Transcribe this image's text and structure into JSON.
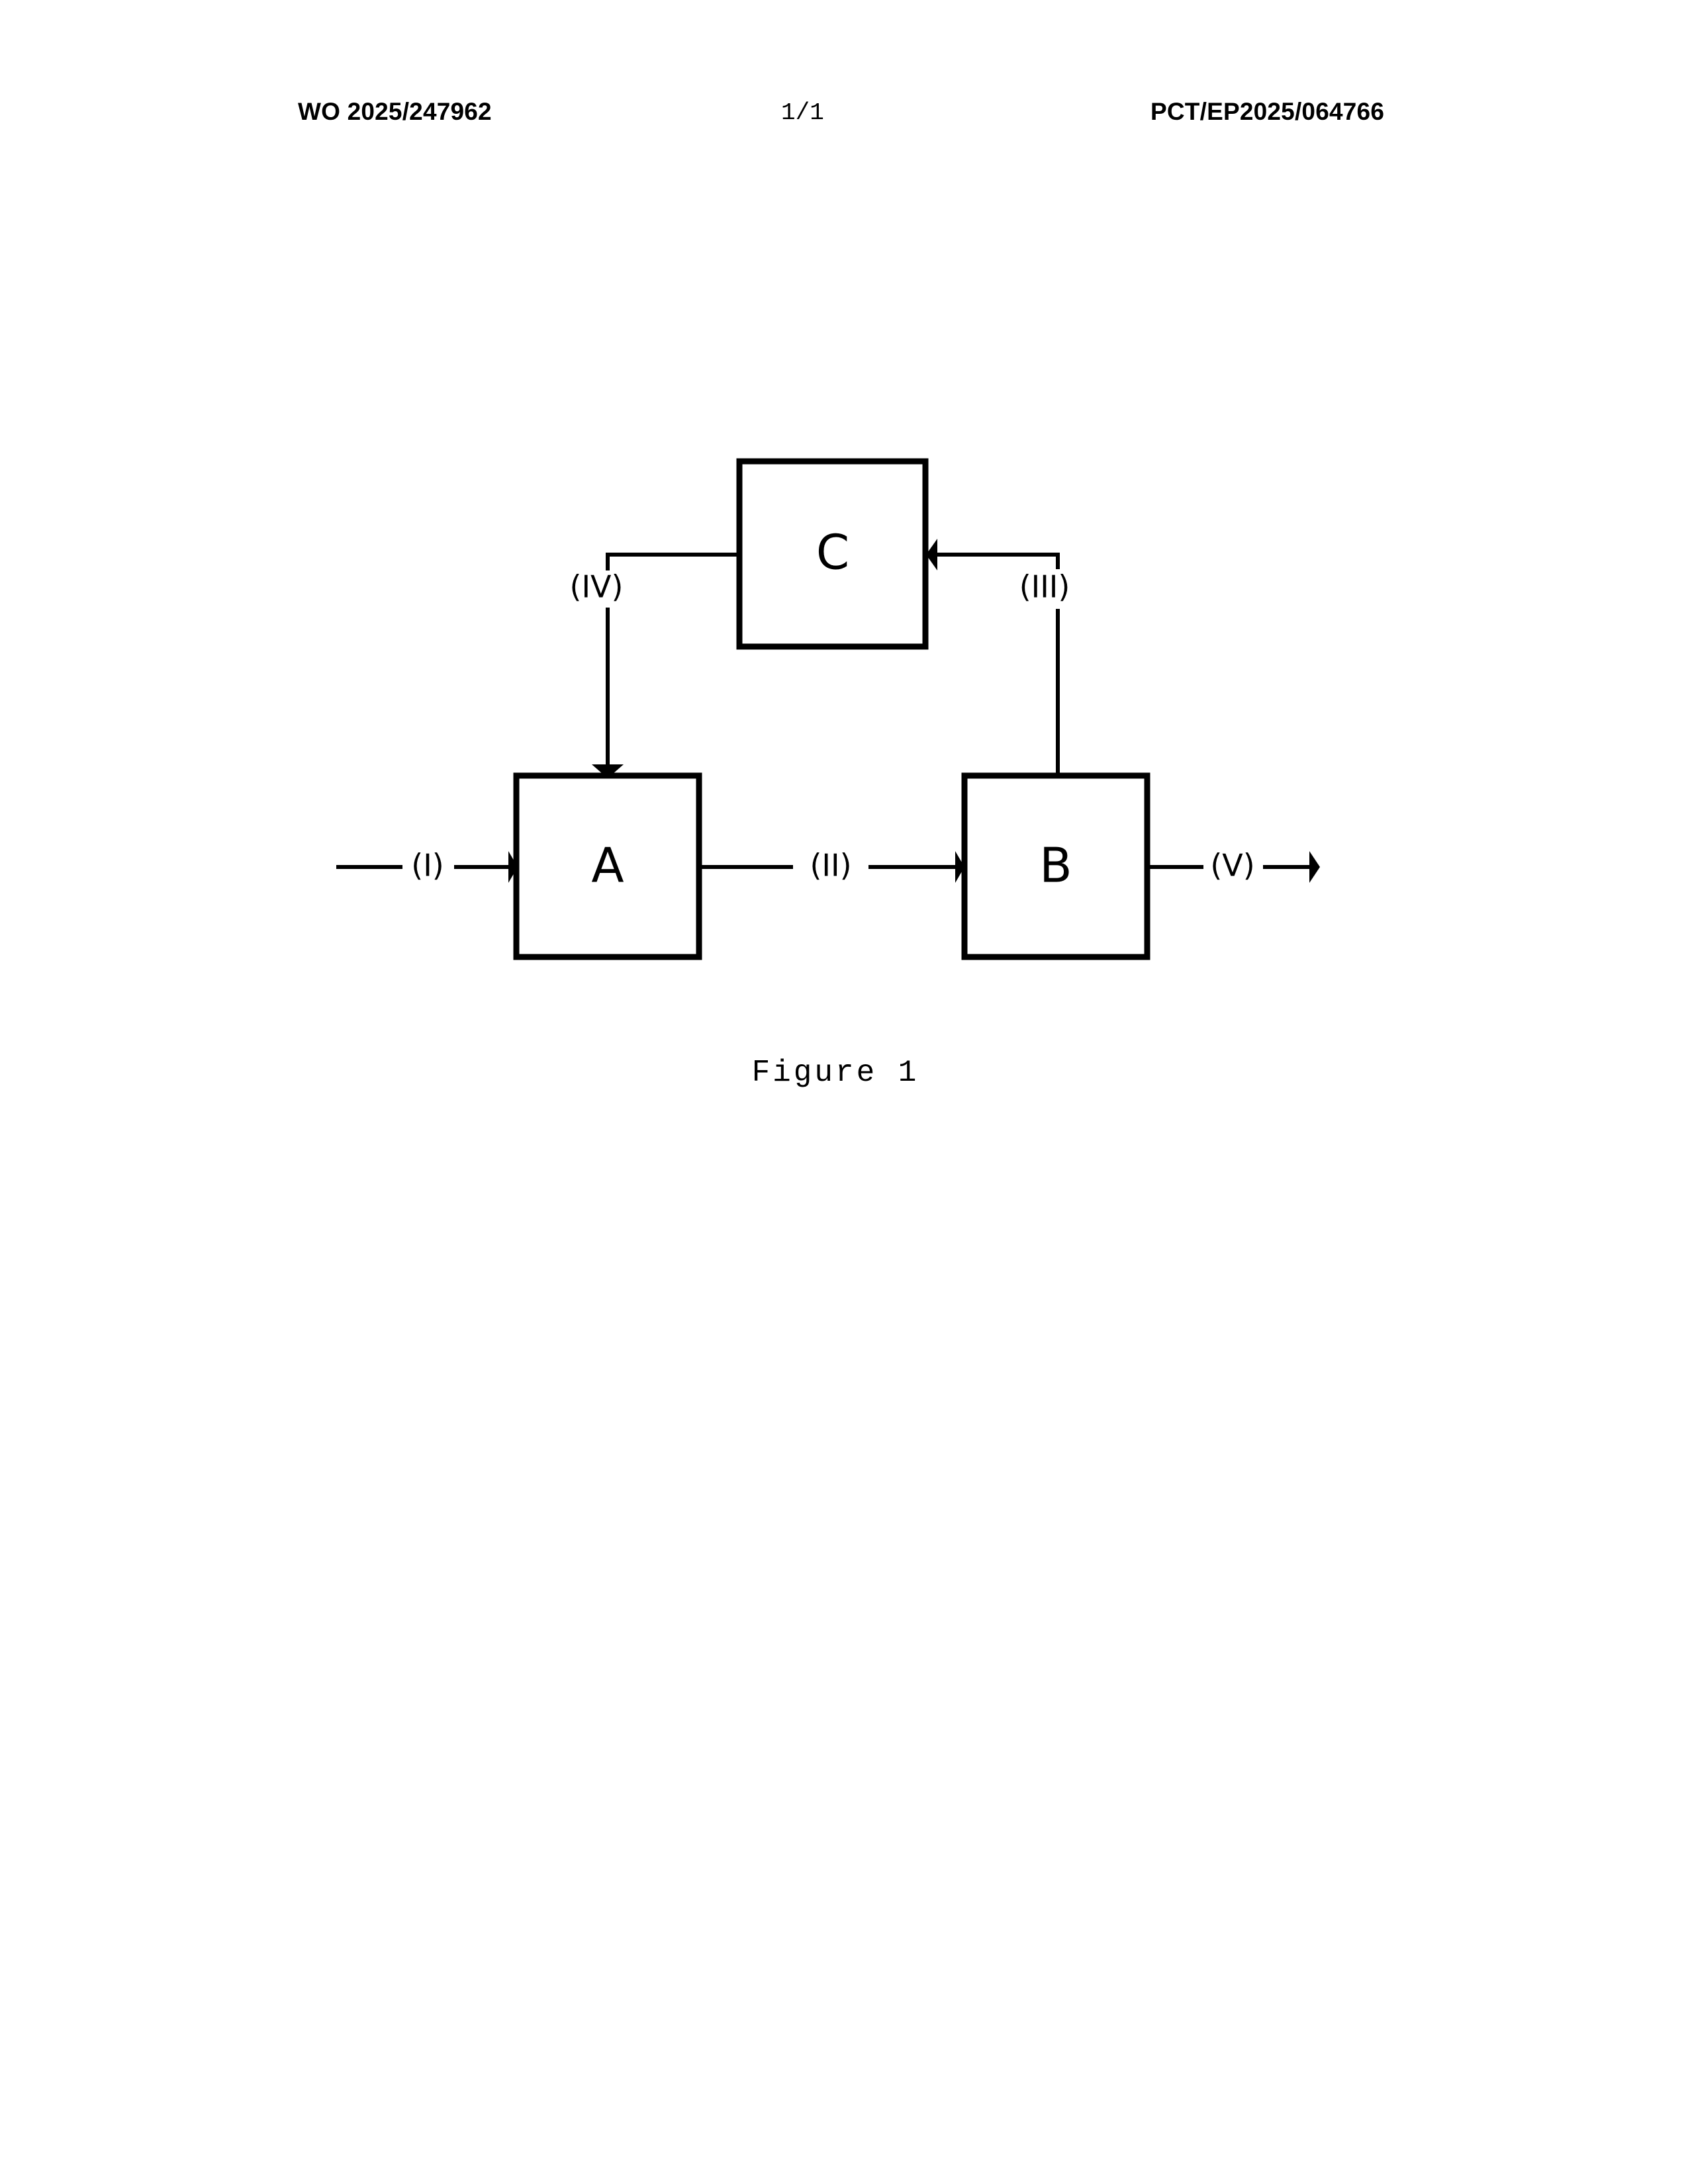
{
  "header": {
    "publication_number": "WO 2025/247962",
    "sheet_number": "1/1",
    "application_number": "PCT/EP2025/064766"
  },
  "figure": {
    "caption": "Figure 1",
    "boxes": [
      {
        "id": "A",
        "label": "A"
      },
      {
        "id": "B",
        "label": "B"
      },
      {
        "id": "C",
        "label": "C"
      }
    ],
    "streams": [
      {
        "id": "I",
        "label": "(I)"
      },
      {
        "id": "II",
        "label": "(II)"
      },
      {
        "id": "III",
        "label": "(III)"
      },
      {
        "id": "IV",
        "label": "(IV)"
      },
      {
        "id": "V",
        "label": "(V)"
      }
    ],
    "colors": {
      "line": "#000000",
      "box_fill": "#ffffff",
      "background": "#ffffff"
    }
  }
}
